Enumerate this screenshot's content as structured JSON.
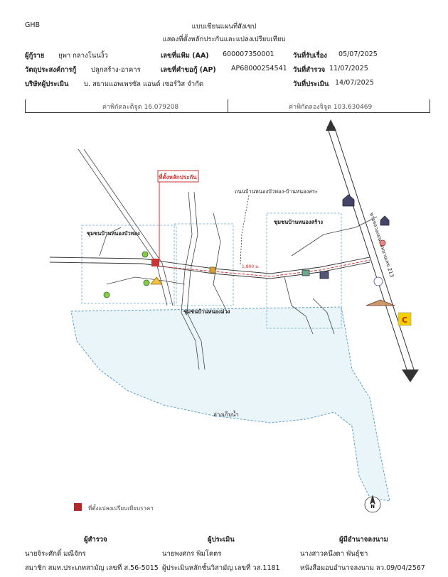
{
  "header": {
    "code": "GHB",
    "title_line1": "แบบเขียนแผนที่สังเขป",
    "title_line2": "แสดงที่ตั้งหลักประกันและแปลงเปรียบเทียบ"
  },
  "info": {
    "borrower_label": "ผู้กู้ราย",
    "borrower_value": "ยุพา กลางโนนงิ้ว",
    "file_no_label": "เลขที่แฟ้ม (AA)",
    "file_no_value": "600007350001",
    "received_label": "วันที่รับเรื่อง",
    "received_value": "05/07/2025",
    "purpose_label": "วัตถุประสงค์การกู้",
    "purpose_value": "ปลูกสร้าง-อาคาร",
    "request_no_label": "เลขที่คำขอกู้ (AP)",
    "request_no_value": "AP68000254541",
    "survey_label": "วันที่สำรวจ",
    "survey_value": "11/07/2025",
    "appraiser_company_label": "บริษัทผู้ประเมิน",
    "appraiser_company_value": "บ. สยามแอพเพรซัล แอนด์ เซอร์วิส จำกัด",
    "appraisal_date_label": "วันที่ประเมิน",
    "appraisal_date_value": "14/07/2025"
  },
  "coordinates": {
    "latitude": "ค่าพิกัดละติจูด 16.079208",
    "longitude": "ค่าพิกัดลองจิจูด 103.630469"
  },
  "map": {
    "collateral_label": "ที่ตั้งหลักประกัน",
    "road_label": "ถนนบ้านหนองบัวทอง-บ้านหนองสระ",
    "village1": "ชุมชนบ้านหนองบัวทอง",
    "village2": "ชุมชนบ้านหนองสร้าง",
    "village3": "ชุมชนบ้านหนองม่วง",
    "reservoir_label": "อ่างเก็บน้ำ",
    "distance_label": "1,800 ม.",
    "highway_label": "ทางหลวงแผ่นดินหมายเลข 213",
    "north_symbol": "N"
  },
  "legend": {
    "comparison_label": "ที่ตั้งแปลงเปรียบเทียบราคา",
    "color": "#b02a2a"
  },
  "signatures": {
    "surveyor": {
      "role": "ผู้สำรวจ",
      "name": "นายจิระศักดิ์ มณีจักร",
      "detail": "สมาชิก สมท.ประเภทสามัญ เลขที่ ส.56-5015"
    },
    "appraiser": {
      "role": "ผู้ประเมิน",
      "name": "นายพงศกร พิมโคตร",
      "detail": "ผู้ประเมินหลักชั้นวิสามัญ เลขที่ วส.1181"
    },
    "authorized": {
      "role": "ผู้มีอำนาจลงนาม",
      "name": "นางสาวคนึงตา พันธุ์ชา",
      "detail": "หนังสือมอบอำนาจลงนาม ลว.09/04/2567"
    }
  }
}
